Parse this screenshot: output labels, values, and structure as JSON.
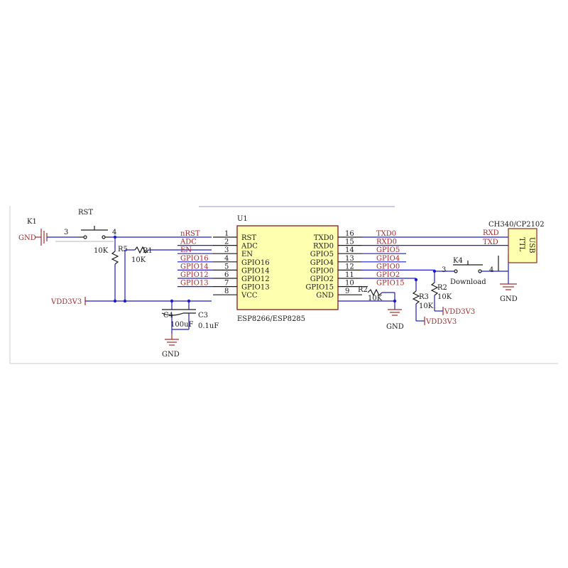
{
  "u1": {
    "ref": "U1",
    "part": "ESP8266/ESP8285",
    "left_pins": [
      {
        "num": "1",
        "name": "RST",
        "net": "nRST"
      },
      {
        "num": "2",
        "name": "ADC",
        "net": "ADC"
      },
      {
        "num": "3",
        "name": "EN",
        "net": "EN"
      },
      {
        "num": "4",
        "name": "GPIO16",
        "net": "GPIO16"
      },
      {
        "num": "5",
        "name": "GPIO14",
        "net": "GPIO14"
      },
      {
        "num": "6",
        "name": "GPIO12",
        "net": "GPIO12"
      },
      {
        "num": "7",
        "name": "GPIO13",
        "net": "GPIO13"
      },
      {
        "num": "8",
        "name": "VCC",
        "net": ""
      }
    ],
    "right_pins": [
      {
        "num": "16",
        "name": "TXD0",
        "net": "TXD0"
      },
      {
        "num": "15",
        "name": "RXD0",
        "net": "RXD0"
      },
      {
        "num": "14",
        "name": "GPIO5",
        "net": "GPIO5"
      },
      {
        "num": "13",
        "name": "GPIO4",
        "net": "GPIO4"
      },
      {
        "num": "12",
        "name": "GPIO0",
        "net": "GPIO0"
      },
      {
        "num": "11",
        "name": "GPIO2",
        "net": "GPIO2"
      },
      {
        "num": "10",
        "name": "GPIO15",
        "net": "GPIO15"
      },
      {
        "num": "9",
        "name": "GND",
        "net": ""
      }
    ]
  },
  "k1": {
    "ref": "K1",
    "net": "GND"
  },
  "rst_switch": {
    "name": "RST",
    "pin_left": "3",
    "pin_right": "4"
  },
  "r5": {
    "ref": "R5",
    "value": "10K"
  },
  "r1": {
    "ref": "R1",
    "value": "10K"
  },
  "r2": {
    "ref": "R2",
    "value": "10K"
  },
  "r3": {
    "ref": "R3",
    "value": "10K"
  },
  "r2b": {
    "ref": "R2",
    "value": "10K"
  },
  "c4": {
    "ref": "C4",
    "value": "100uF"
  },
  "c3": {
    "ref": "C3",
    "value": "0.1uF"
  },
  "vdd_left": "VDD3V3",
  "vdd_r3": "VDD3V3",
  "vdd_r2": "VDD3V3",
  "gnd_caps": "GND",
  "gnd_mid": "GND",
  "gnd_right": "GND",
  "k4": {
    "ref": "K4",
    "label": "Download",
    "pin_left": "3",
    "pin_right": "4"
  },
  "usb": {
    "title": "CH340/CP2102",
    "label1": "USB",
    "label2": "TTL",
    "rxd": "RXD",
    "txd": "TXD"
  }
}
